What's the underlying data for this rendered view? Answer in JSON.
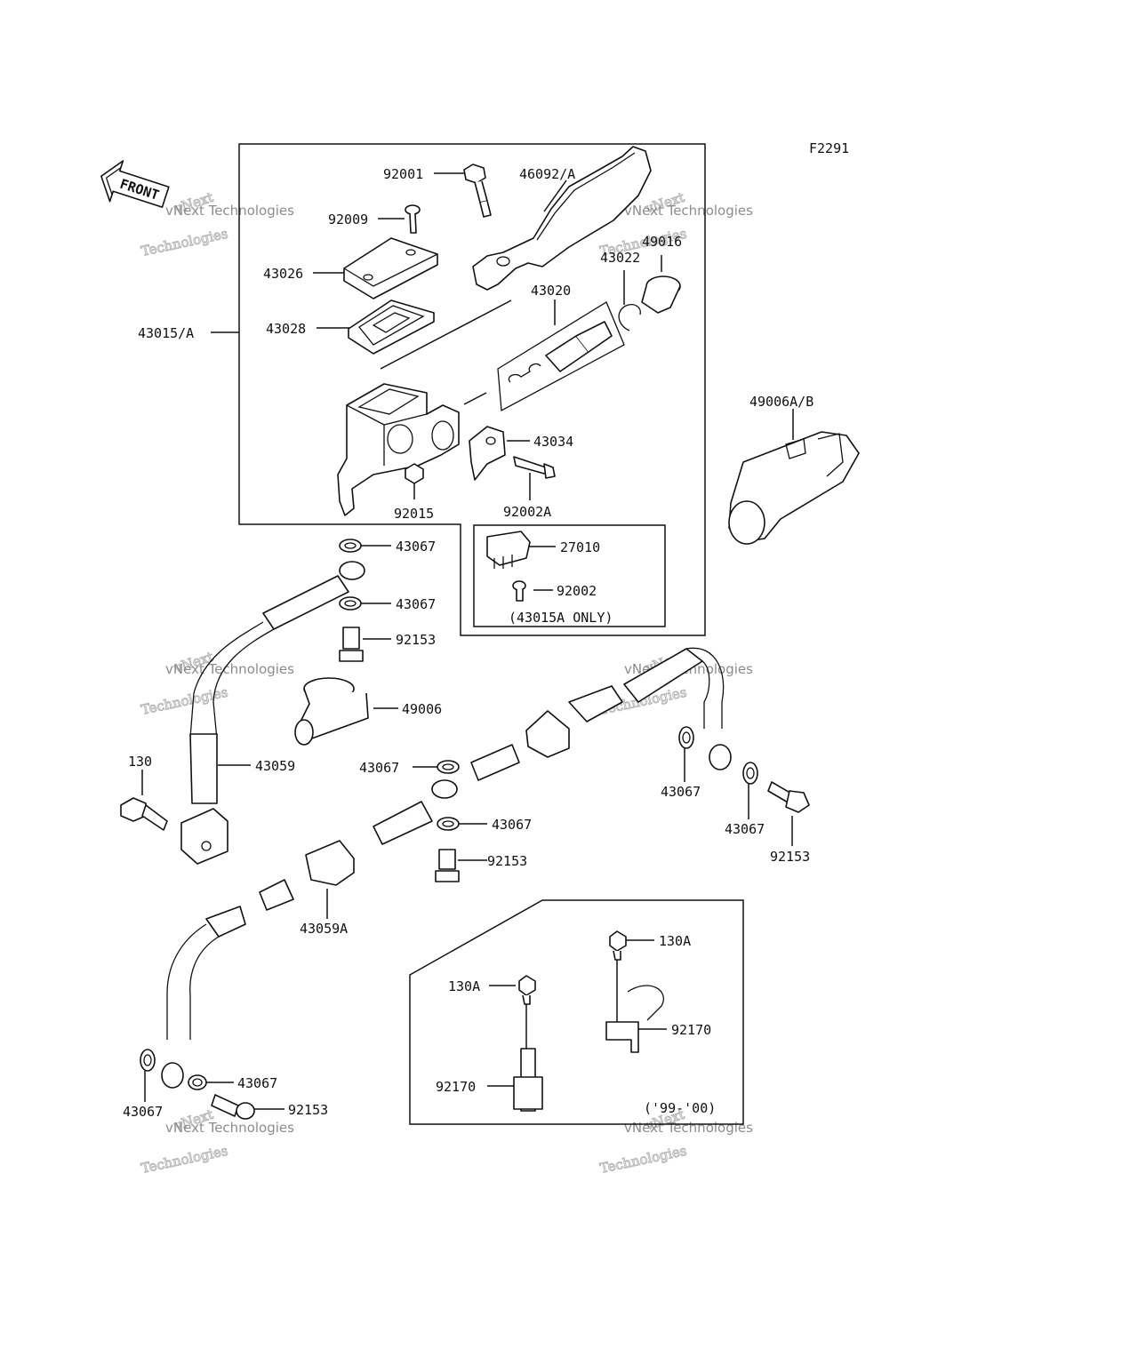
{
  "figure_code": "F2291",
  "front_label": "FRONT",
  "watermark": {
    "line1": "vNext",
    "line2": "Technologies",
    "line3": "vNext Technologies"
  },
  "labels": {
    "l92001": "92001",
    "l46092": "46092/A",
    "l92009": "92009",
    "l43026": "43026",
    "l49016": "49016",
    "l43022": "43022",
    "l43020": "43020",
    "l43015": "43015/A",
    "l43028": "43028",
    "l49006AB": "49006A/B",
    "l43034": "43034",
    "l92015": "92015",
    "l92002A": "92002A",
    "l43067a": "43067",
    "l27010": "27010",
    "l43067b": "43067",
    "l92002": "92002",
    "l43015A_only": "(43015A ONLY)",
    "l92153a": "92153",
    "l49006": "49006",
    "l130": "130",
    "l43059": "43059",
    "l43067c": "43067",
    "l43067d": "43067",
    "l43067e": "43067",
    "l92153b": "92153",
    "l43067f": "43067",
    "l92153c": "92153",
    "l43059A": "43059A",
    "l130Aa": "130A",
    "l130Ab": "130A",
    "l92170a": "92170",
    "l92170b": "92170",
    "l9900": "('99-'00)",
    "l43067g": "43067",
    "l43067h": "43067",
    "l92153d": "92153"
  }
}
